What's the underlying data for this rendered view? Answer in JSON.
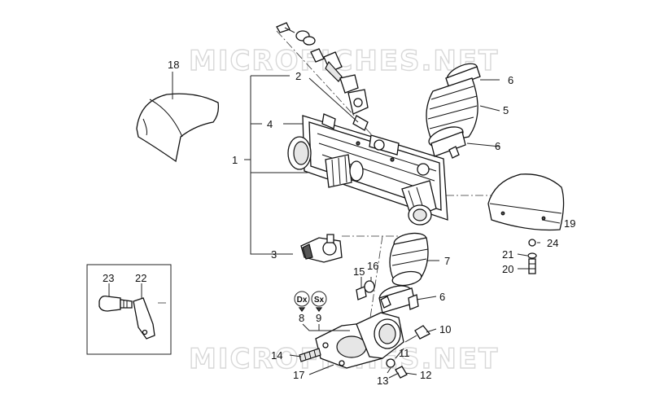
{
  "watermark": "MICROFICHES.NET",
  "callouts": {
    "c1": "1",
    "c2": "2",
    "c3": "3",
    "c4": "4",
    "c5": "5",
    "c6a": "6",
    "c6b": "6",
    "c6c": "6",
    "c7": "7",
    "c8": "8",
    "c9": "9",
    "c10": "10",
    "c11": "11",
    "c12": "12",
    "c13": "13",
    "c14": "14",
    "c15": "15",
    "c16": "16",
    "c17": "17",
    "c18": "18",
    "c19": "19",
    "c20": "20",
    "c21": "21",
    "c22": "22",
    "c23": "23",
    "c24": "24"
  },
  "side_marks": {
    "dx": "Dx",
    "sx": "Sx"
  },
  "colors": {
    "ink": "#111111",
    "watermark": "#d8d8d8",
    "background": "#ffffff"
  }
}
